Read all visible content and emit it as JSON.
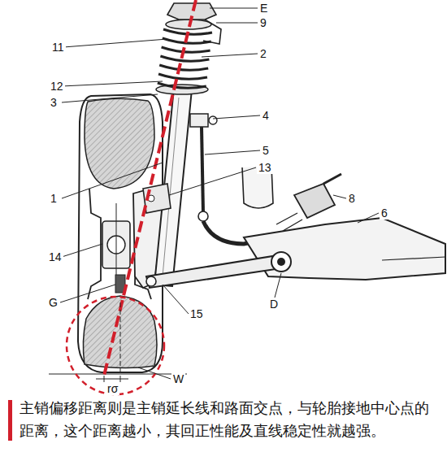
{
  "diagram": {
    "caption": "主销偏移距离则是主销延长线和路面交点，与轮胎接地中心点的距离，这个距离越小，其回正性能及直线稳定性就越强。",
    "labels": [
      "E",
      "9",
      "11",
      "2",
      "12",
      "3",
      "4",
      "5",
      "13",
      "1",
      "8",
      "6",
      "14",
      "G",
      "15",
      "D",
      "W",
      "rσ"
    ]
  }
}
